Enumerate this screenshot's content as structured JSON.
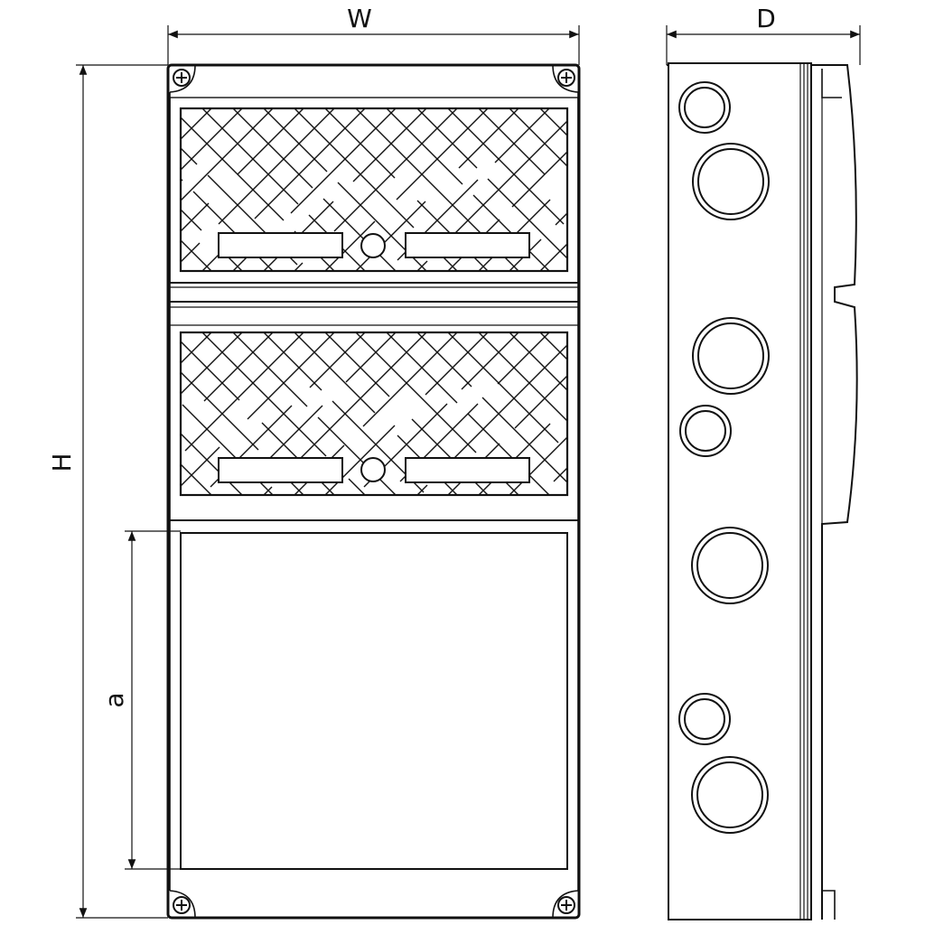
{
  "labels": {
    "width": "W",
    "depth": "D",
    "height": "H",
    "section_height": "a"
  },
  "front_view": {
    "hatched_panels": 2,
    "plain_panels": 1,
    "corner_screws": 4
  },
  "side_view": {
    "cable_entries": 7
  }
}
